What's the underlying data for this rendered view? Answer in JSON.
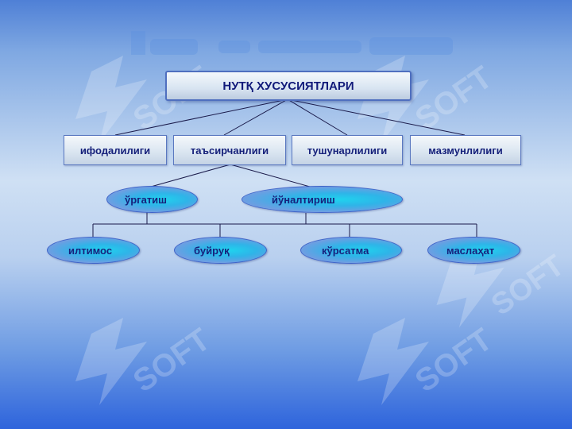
{
  "root": {
    "label": "НУТҚ ХУСУСИЯТЛАРИ"
  },
  "properties": [
    {
      "label": "ифодалилиги"
    },
    {
      "label": "таъсирчанлиги"
    },
    {
      "label": "тушунарлилиги"
    },
    {
      "label": "мазмунлилиги"
    }
  ],
  "methods": [
    {
      "label": "ўргатиш"
    },
    {
      "label": "йўналтириш"
    }
  ],
  "forms": [
    {
      "label": "илтимос"
    },
    {
      "label": "буйруқ"
    },
    {
      "label": "кўрсатма"
    },
    {
      "label": "маслаҳат"
    }
  ],
  "colors": {
    "box_border": "#5a78c0",
    "text": "#15207a",
    "ellipse_center": "#1fd3ee",
    "line": "#1a1a4a"
  }
}
